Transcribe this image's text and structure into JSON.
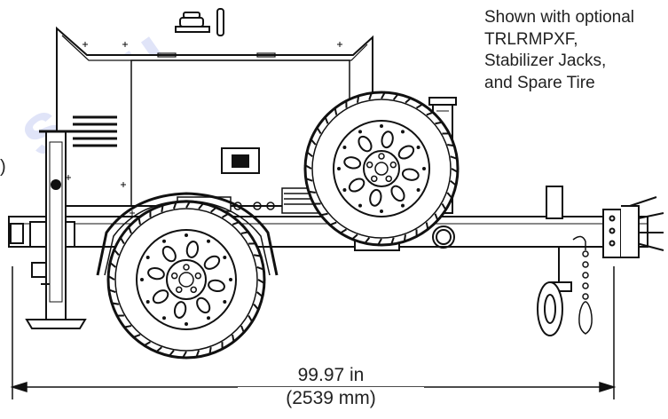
{
  "note": {
    "lines": [
      "Shown with optional",
      "TRLRMPXF,",
      "Stabilizer Jacks,",
      "and Spare Tire"
    ]
  },
  "dimension": {
    "inches": "99.97 in",
    "millimeters": "(2539 mm)"
  },
  "fragment": {
    "paren": ")"
  },
  "watermark": {
    "text": "scou"
  },
  "colors": {
    "line": "#111111",
    "watermark": "#e0e4f8"
  }
}
